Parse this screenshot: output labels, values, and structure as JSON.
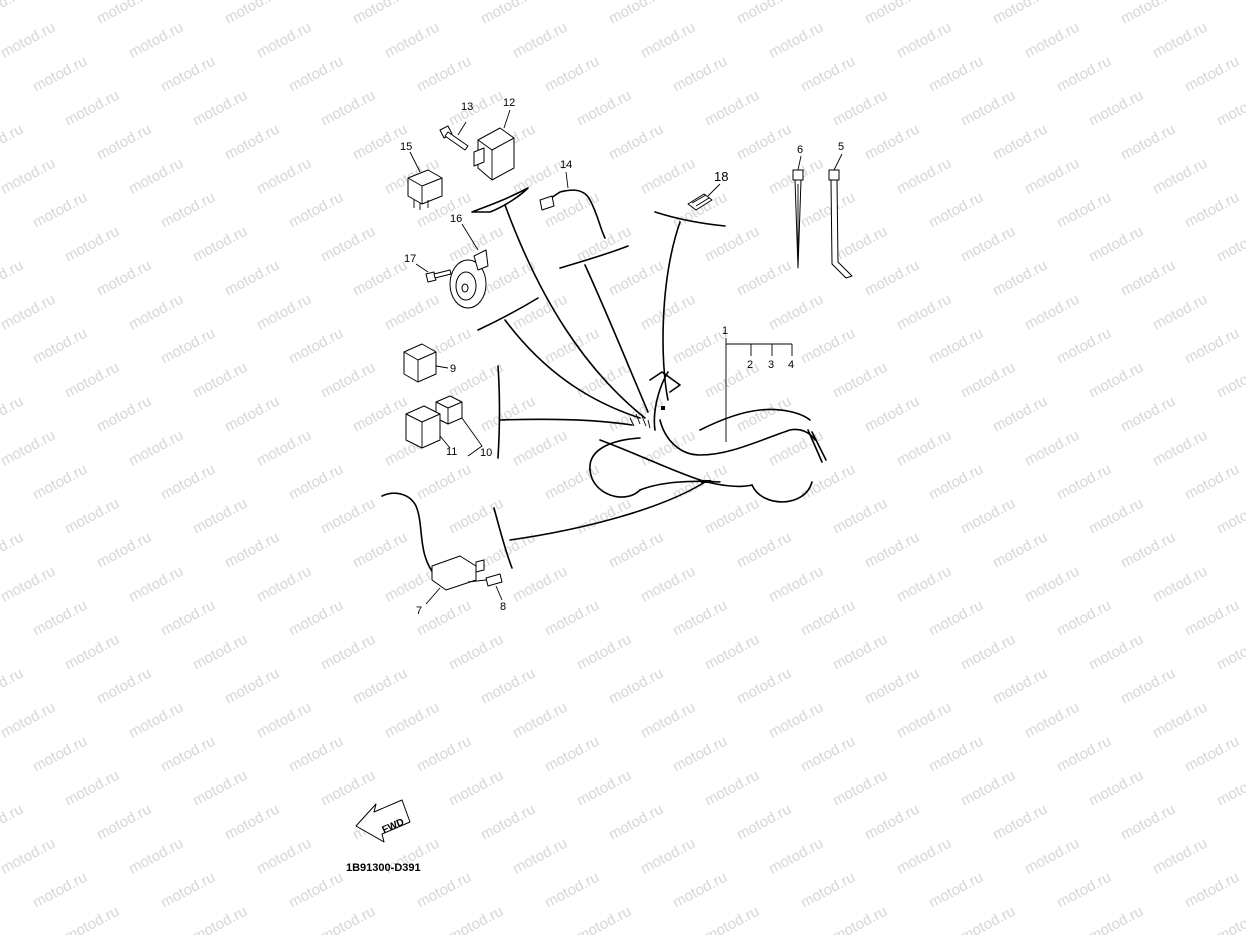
{
  "watermark": {
    "text": "motod.ru",
    "color": "#d6d6d6"
  },
  "diagram": {
    "code": "1B91300-D391",
    "fwd_label": "FWD",
    "callouts": [
      "1",
      "2",
      "3",
      "4",
      "5",
      "6",
      "7",
      "8",
      "9",
      "10",
      "11",
      "12",
      "13",
      "14",
      "15",
      "16",
      "17",
      "18"
    ]
  }
}
